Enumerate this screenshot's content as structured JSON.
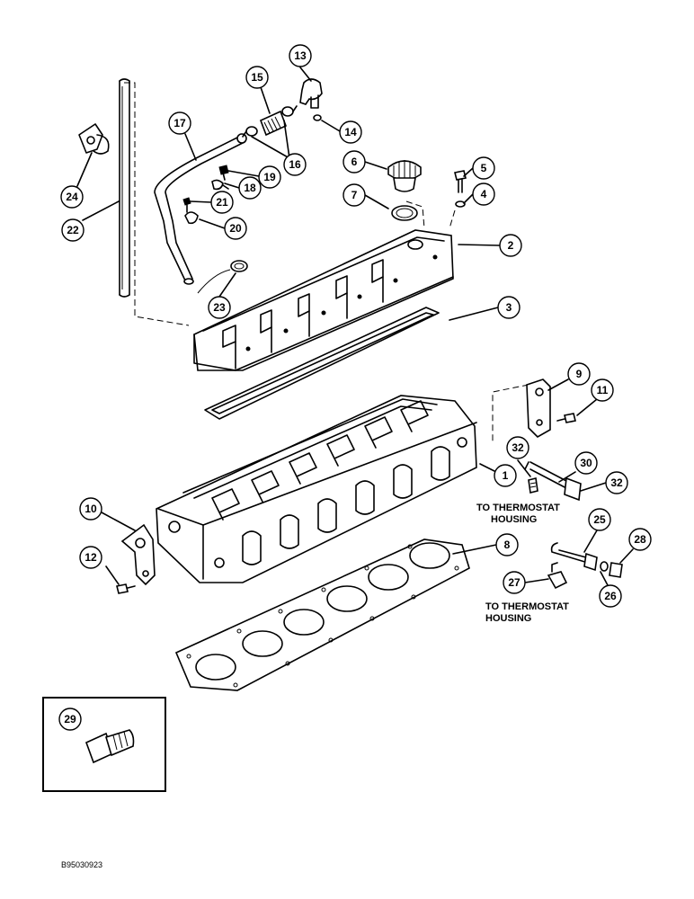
{
  "notes": {
    "thermostat_1_line1": "TO THERMOSTAT",
    "thermostat_1_line2": "HOUSING",
    "thermostat_2_line1": "TO THERMOSTAT",
    "thermostat_2_line2": "HOUSING"
  },
  "figure_code": "B95030923",
  "callouts": [
    {
      "id": "c1",
      "label": "1"
    },
    {
      "id": "c2",
      "label": "2"
    },
    {
      "id": "c3",
      "label": "3"
    },
    {
      "id": "c4",
      "label": "4"
    },
    {
      "id": "c5",
      "label": "5"
    },
    {
      "id": "c6",
      "label": "6"
    },
    {
      "id": "c7",
      "label": "7"
    },
    {
      "id": "c8",
      "label": "8"
    },
    {
      "id": "c9",
      "label": "9"
    },
    {
      "id": "c10",
      "label": "10"
    },
    {
      "id": "c11",
      "label": "11"
    },
    {
      "id": "c12",
      "label": "12"
    },
    {
      "id": "c13",
      "label": "13"
    },
    {
      "id": "c14",
      "label": "14"
    },
    {
      "id": "c15",
      "label": "15"
    },
    {
      "id": "c16",
      "label": "16"
    },
    {
      "id": "c17",
      "label": "17"
    },
    {
      "id": "c18",
      "label": "18"
    },
    {
      "id": "c19",
      "label": "19"
    },
    {
      "id": "c20",
      "label": "20"
    },
    {
      "id": "c21",
      "label": "21"
    },
    {
      "id": "c22",
      "label": "22"
    },
    {
      "id": "c23",
      "label": "23"
    },
    {
      "id": "c24",
      "label": "24"
    },
    {
      "id": "c25",
      "label": "25"
    },
    {
      "id": "c26",
      "label": "26"
    },
    {
      "id": "c27",
      "label": "27"
    },
    {
      "id": "c28",
      "label": "28"
    },
    {
      "id": "c29",
      "label": "29"
    },
    {
      "id": "c30",
      "label": "30"
    },
    {
      "id": "c32a",
      "label": "32"
    },
    {
      "id": "c32b",
      "label": "32"
    }
  ]
}
